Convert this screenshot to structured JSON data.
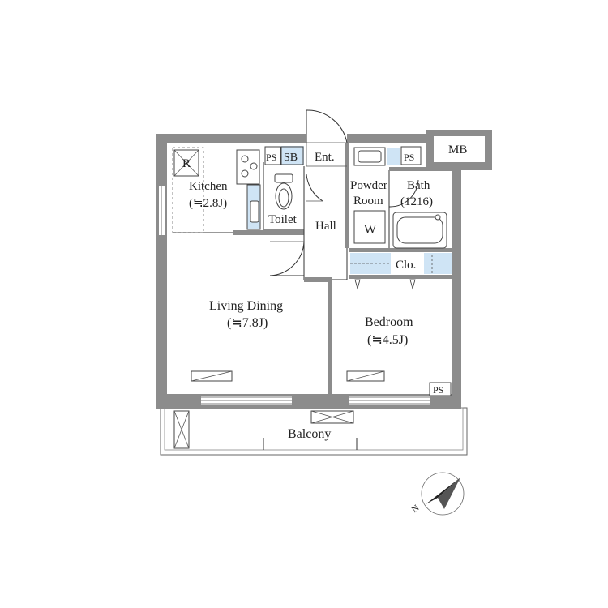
{
  "rooms": {
    "kitchen": {
      "name": "Kitchen",
      "area": "(≒2.8J)"
    },
    "living_dining": {
      "name": "Living Dining",
      "area": "(≒7.8J)"
    },
    "bedroom": {
      "name": "Bedroom",
      "area": "(≒4.5J)"
    },
    "toilet": {
      "name": "Toilet"
    },
    "hall": {
      "name": "Hall"
    },
    "entrance": {
      "name": "Ent."
    },
    "powder_room": {
      "name_line1": "Powder",
      "name_line2": "Room"
    },
    "bath": {
      "name": "Bath",
      "size": "(1216)"
    },
    "closet": {
      "name": "Clo."
    },
    "balcony": {
      "name": "Balcony"
    }
  },
  "fixtures": {
    "refrigerator": "R",
    "shoe_box": "SB",
    "pipe_space": "PS",
    "meter_box": "MB",
    "washer": "W"
  },
  "compass": {
    "north": "N"
  }
}
